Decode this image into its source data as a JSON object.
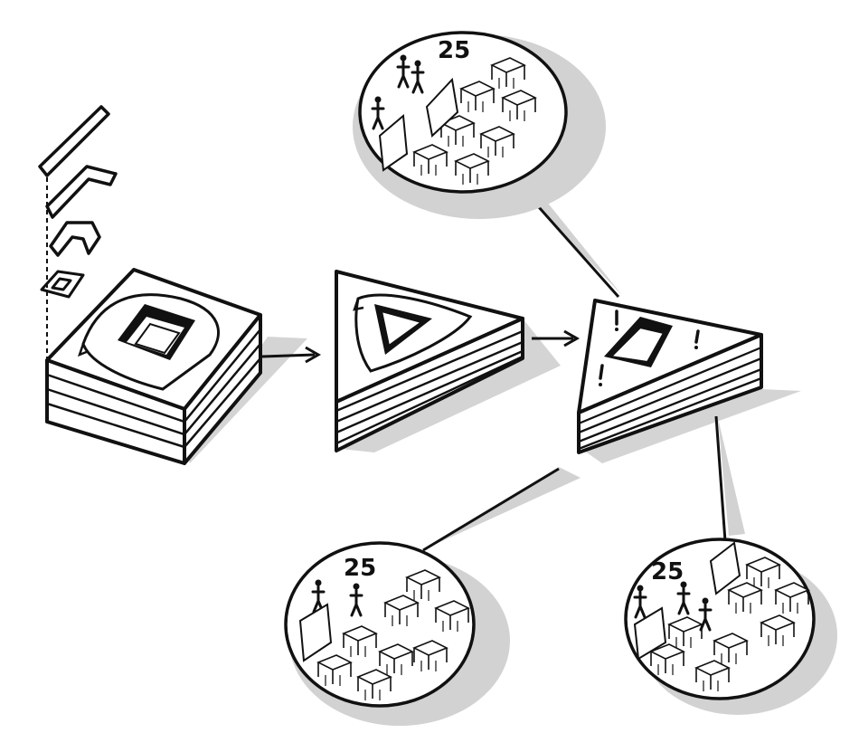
{
  "diagram": {
    "bubbles": [
      {
        "count": "25"
      },
      {
        "count": "25"
      },
      {
        "count": "25"
      }
    ],
    "colors": {
      "ink": "#111111",
      "shadow": "#d2d2d2",
      "paper": "#ffffff"
    }
  }
}
